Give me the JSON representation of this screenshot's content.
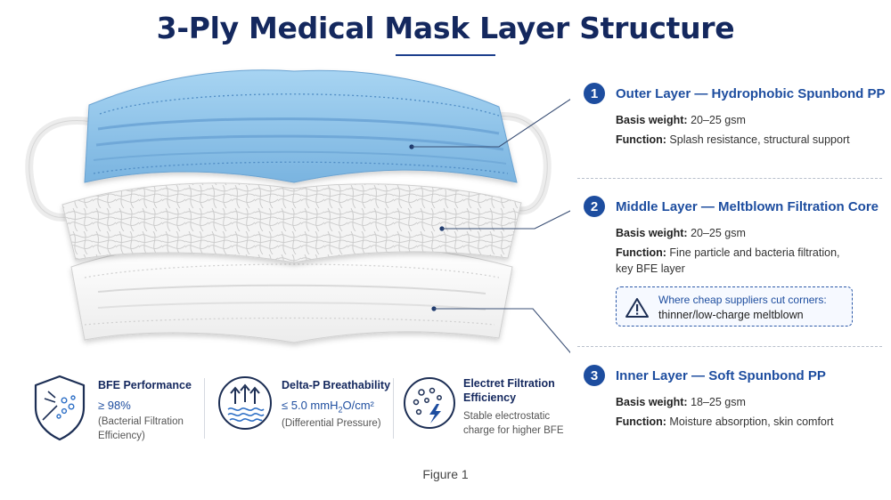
{
  "title": "3-Ply Medical Mask Layer Structure",
  "layers": [
    {
      "number": "1",
      "title": "Outer Layer — Hydrophobic Spunbond PP",
      "weight_label": "Basis weight:",
      "weight_value": "20–25 gsm",
      "function_label": "Function:",
      "function_value": "Splash resistance, structural support"
    },
    {
      "number": "2",
      "title": "Middle Layer — Meltblown Filtration Core",
      "weight_label": "Basis weight:",
      "weight_value": "20–25 gsm",
      "function_label": "Function:",
      "function_value_line1": "Fine particle and bacteria filtration,",
      "function_value_line2": "key BFE layer"
    },
    {
      "number": "3",
      "title": "Inner Layer — Soft Spunbond PP",
      "weight_label": "Basis weight:",
      "weight_value": "18–25 gsm",
      "function_label": "Function:",
      "function_value": "Moisture absorption, skin comfort"
    }
  ],
  "warning": {
    "line1": "Where cheap suppliers cut corners:",
    "line2": "thinner/low-charge meltblown",
    "icon": "warning-triangle-icon"
  },
  "metrics": [
    {
      "icon": "shield-bacteria-icon",
      "title": "BFE Performance",
      "value": "≥ 98%",
      "note_line1": "(Bacterial Filtration",
      "note_line2": "Efficiency)"
    },
    {
      "icon": "airflow-waves-icon",
      "title": "Delta-P Breathability",
      "value_prefix": "≤ 5.0 mmH",
      "value_sub": "2",
      "value_suffix": "O/cm²",
      "note_line1": "(Differential Pressure)"
    },
    {
      "icon": "electret-charge-icon",
      "title_line1": "Electret Filtration",
      "title_line2": "Efficiency",
      "note_line1": "Stable electrostatic",
      "note_line2": "charge for higher BFE"
    }
  ],
  "caption": "Figure 1",
  "colors": {
    "title": "#14285e",
    "accent": "#1d4d9f",
    "outer_layer": "#8cc3ea",
    "middle_layer": "#f2f2f2",
    "inner_layer": "#fbfbfb"
  }
}
